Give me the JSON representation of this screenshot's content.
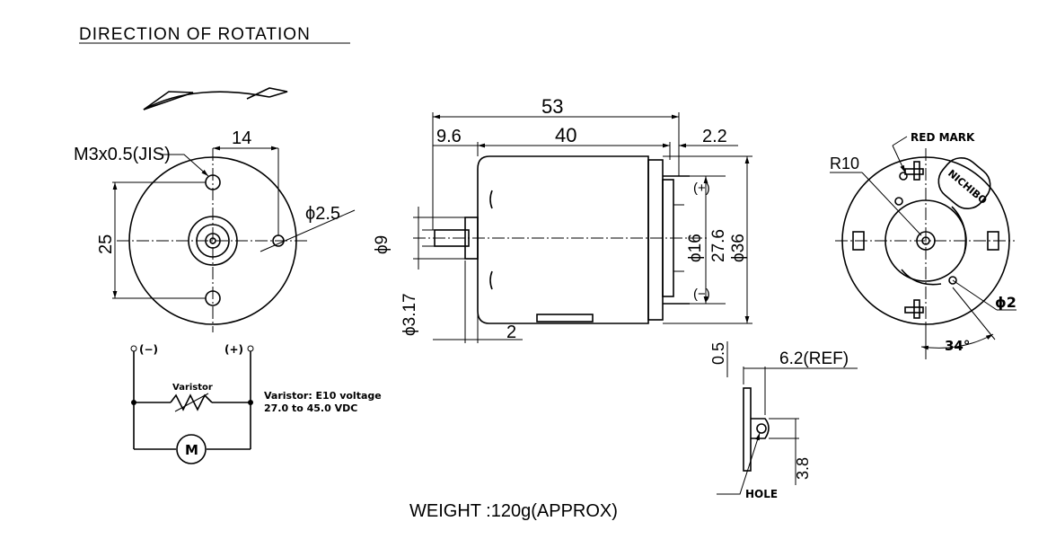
{
  "title": "DIRECTION OF ROTATION",
  "front_view": {
    "thread_label": "M3x0.5(JIS)",
    "dim_14": "14",
    "dim_25": "25",
    "dim_phi25": "ϕ2.5"
  },
  "side_view": {
    "dim_53": "53",
    "dim_40": "40",
    "dim_96": "9.6",
    "dim_22": "2.2",
    "dim_phi9": "ϕ9",
    "dim_phi317": "ϕ3.17",
    "dim_2": "2",
    "dim_phi16": "ϕ16",
    "dim_276": "27.6",
    "dim_phi36": "ϕ36",
    "plus": "(+)",
    "minus": "(−)"
  },
  "rear_view": {
    "red_mark": "RED MARK",
    "r10": "R10",
    "phi2": "ϕ2",
    "angle": "34°",
    "brand": "NICHIBO"
  },
  "terminal_detail": {
    "dim_62": "6.2(REF)",
    "dim_05": "0.5",
    "dim_38": "3.8",
    "hole": "HOLE"
  },
  "circuit": {
    "minus": "(−)",
    "plus": "(+)",
    "varistor": "Varistor",
    "varistor_note_1": "Varistor: E10 voltage",
    "varistor_note_2": "27.0 to 45.0 VDC",
    "motor": "M"
  },
  "weight": "WEIGHT :120g(APPROX)"
}
